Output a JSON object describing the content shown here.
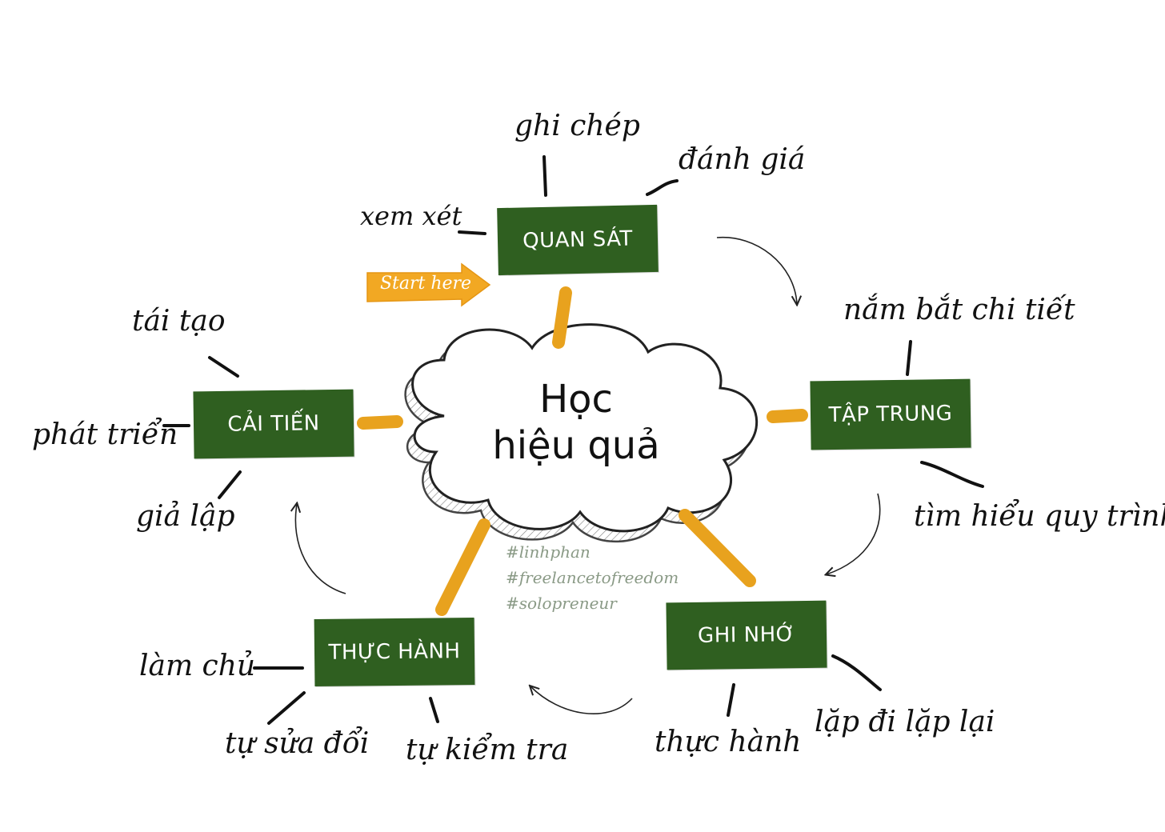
{
  "center": {
    "line1": "Học",
    "line2": "hiệu quả"
  },
  "start_label": "Start here",
  "colors": {
    "box": "#2f5f20",
    "connector": "#e8a21e",
    "arrow": "#f2a823",
    "ink": "#111111",
    "tag": "#8a9a86"
  },
  "stages": {
    "observe": {
      "label": "QUAN SÁT",
      "branches": {
        "notes": "ghi chép",
        "review": "xem xét",
        "evaluate": "đánh giá"
      }
    },
    "focus": {
      "label": "TẬP TRUNG",
      "branches": {
        "details": "nắm bắt chi tiết",
        "process": "tìm hiểu quy trình"
      }
    },
    "remember": {
      "label": "GHI NHỚ",
      "branches": {
        "practice": "thực hành",
        "repeat": "lặp đi lặp lại"
      }
    },
    "practice": {
      "label": "THỰC HÀNH",
      "branches": {
        "master": "làm chủ",
        "self_correct": "tự sửa đổi",
        "self_check": "tự kiểm tra"
      }
    },
    "improve": {
      "label": "CẢI TIẾN",
      "branches": {
        "recreate": "tái tạo",
        "develop": "phát triển",
        "simulate": "giả lập"
      }
    }
  },
  "hashtags": [
    "#linhphan",
    "#freelancetofreedom",
    "#solopreneur"
  ]
}
